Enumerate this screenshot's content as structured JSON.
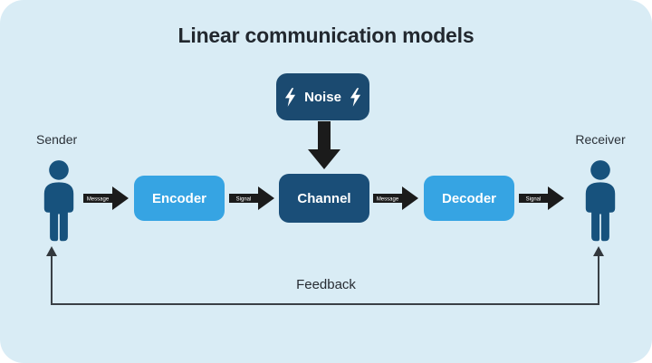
{
  "title": "Linear communication models",
  "nodes": {
    "noise": {
      "label": "Noise"
    },
    "sender": {
      "label": "Sender"
    },
    "encoder": {
      "label": "Encoder"
    },
    "channel": {
      "label": "Channel"
    },
    "decoder": {
      "label": "Decoder"
    },
    "receiver": {
      "label": "Receiver"
    }
  },
  "arrows": {
    "message1": "Message",
    "signal1": "Signal",
    "message2": "Message",
    "signal2": "Signal"
  },
  "feedback_label": "Feedback",
  "icons": {
    "lightning": "lightning-bolt",
    "person": "person-pictogram",
    "down_arrow": "block-arrow-down",
    "right_arrow": "block-arrow-right"
  },
  "colors": {
    "card_background": "#d9ecf5",
    "dark_navy": "#1a4e78",
    "noise_navy": "#1b4a70",
    "bright_blue": "#36a4e3",
    "arrow_black": "#1b1b1b",
    "text_dark": "#22282f",
    "feedback_line": "#3a4046"
  }
}
